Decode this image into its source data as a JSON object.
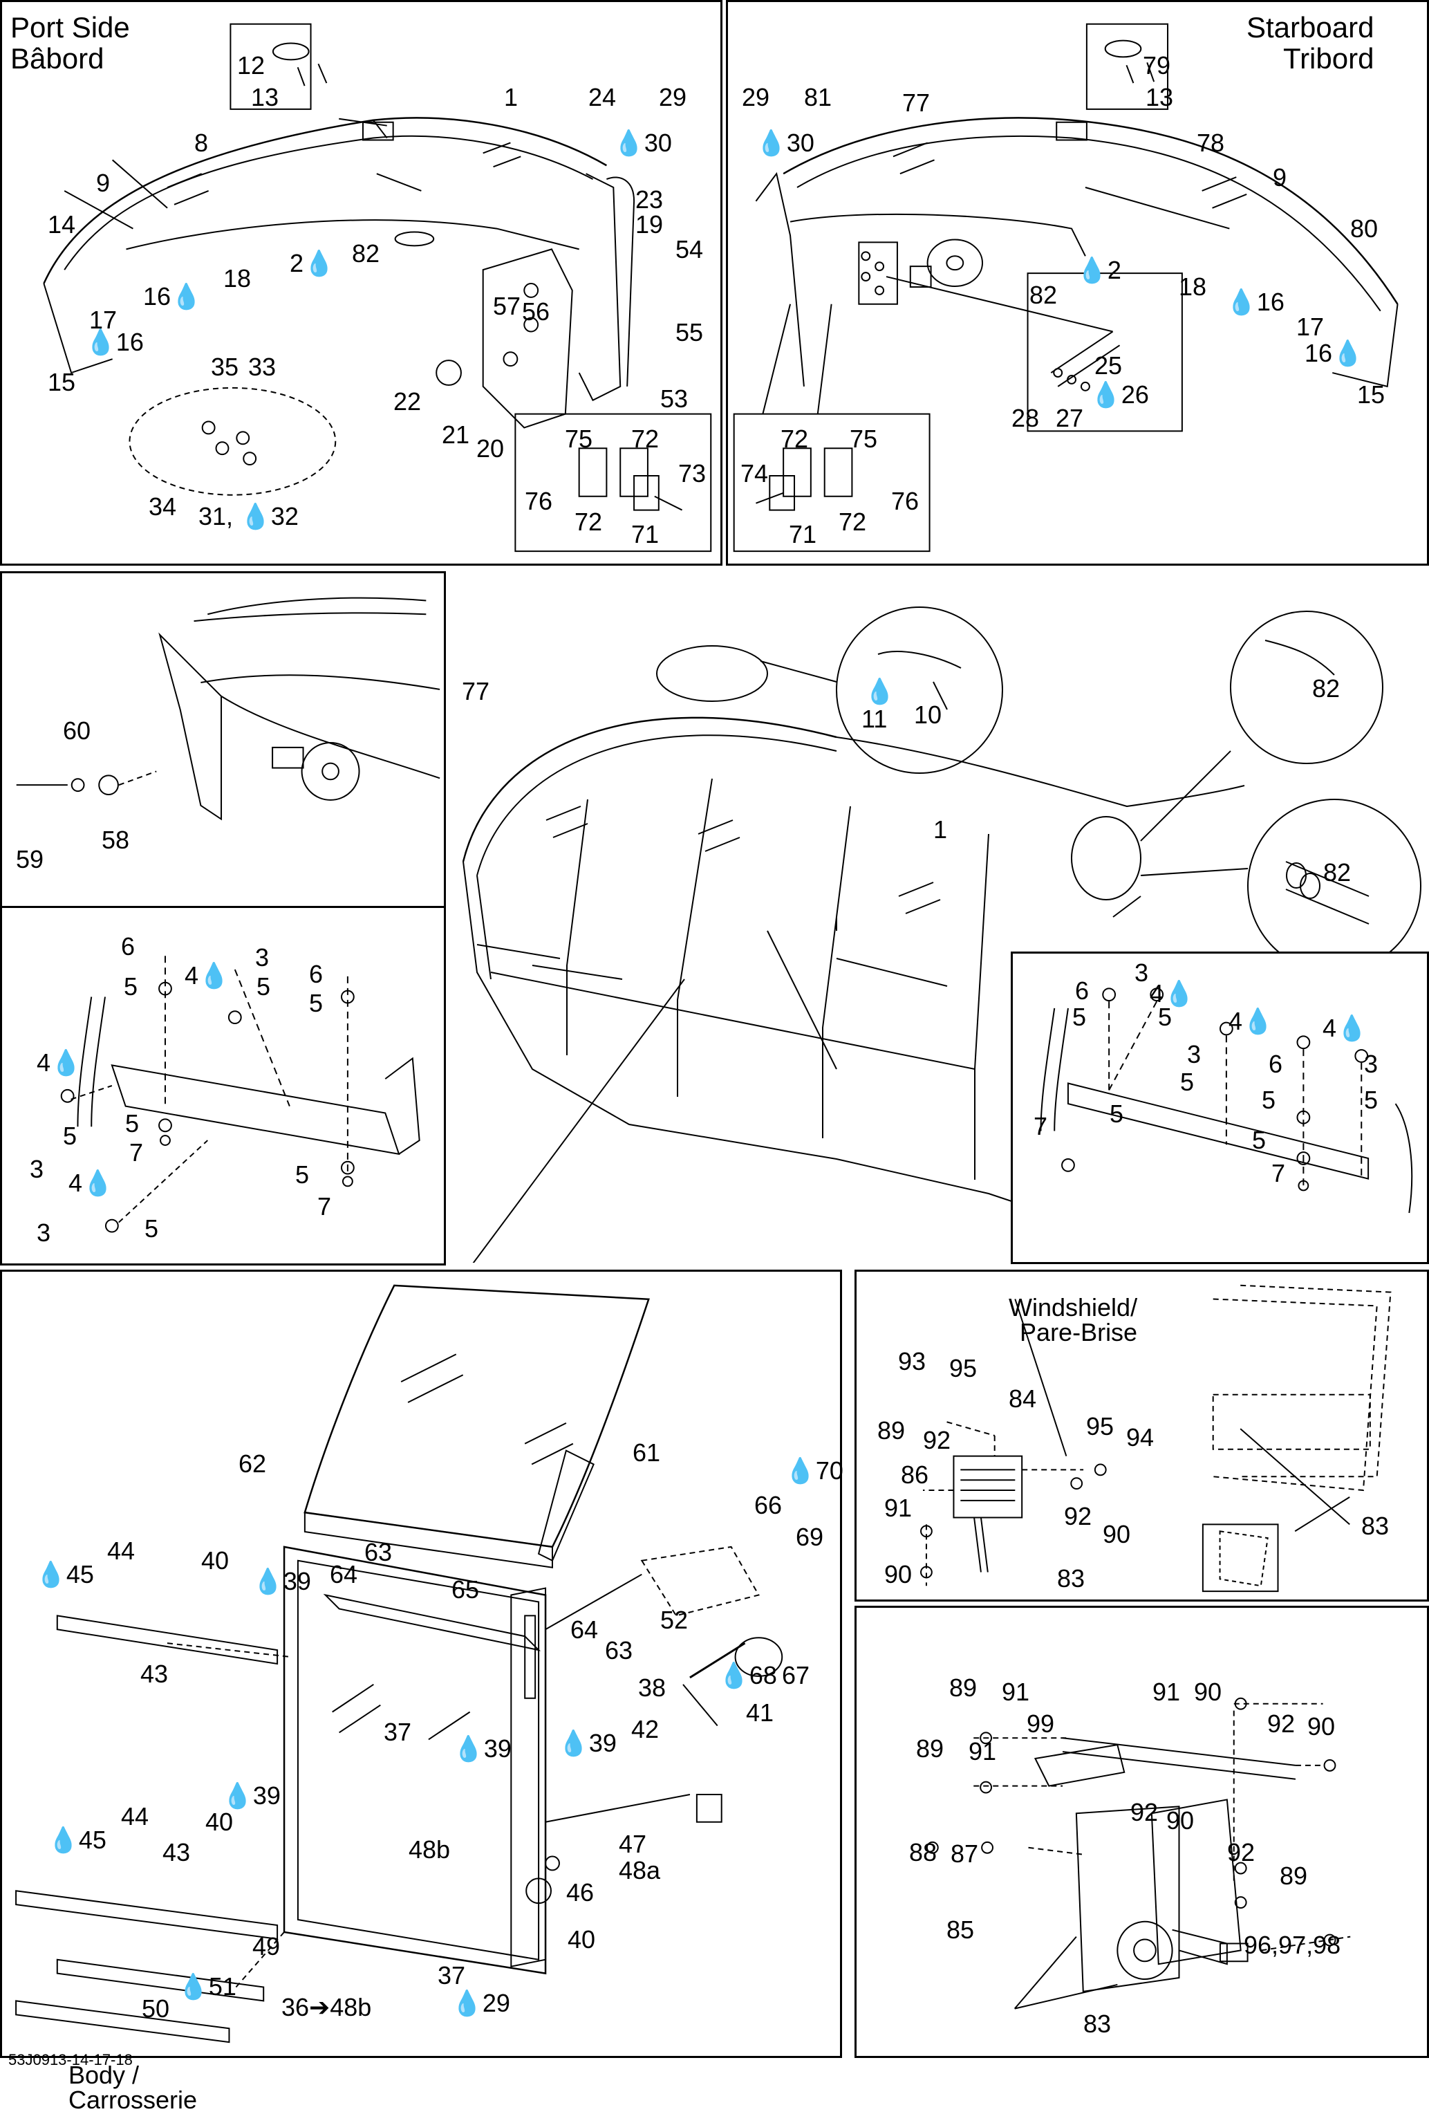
{
  "panels": {
    "port": {
      "title_line1": "Port Side",
      "title_line2": "Bâbord",
      "labels": [
        {
          "t": "12"
        },
        {
          "t": "13"
        },
        {
          "t": "1"
        },
        {
          "t": "24"
        },
        {
          "t": "29"
        },
        {
          "t": "8"
        },
        {
          "t": "💧30"
        },
        {
          "t": "9"
        },
        {
          "t": "23"
        },
        {
          "t": "19"
        },
        {
          "t": "14"
        },
        {
          "t": "54"
        },
        {
          "t": "2💧"
        },
        {
          "t": "82"
        },
        {
          "t": "16💧"
        },
        {
          "t": "18"
        },
        {
          "t": "17"
        },
        {
          "t": "💧16"
        },
        {
          "t": "57"
        },
        {
          "t": "56"
        },
        {
          "t": "55"
        },
        {
          "t": "15"
        },
        {
          "t": "35"
        },
        {
          "t": "33"
        },
        {
          "t": "22"
        },
        {
          "t": "21"
        },
        {
          "t": "20"
        },
        {
          "t": "53"
        },
        {
          "t": "34"
        },
        {
          "t": "31, 💧32"
        },
        {
          "t": "75"
        },
        {
          "t": "72"
        },
        {
          "t": "73"
        },
        {
          "t": "76"
        },
        {
          "t": "72"
        },
        {
          "t": "71"
        }
      ]
    },
    "starboard": {
      "title_line1": "Starboard",
      "title_line2": "Tribord",
      "labels": [
        {
          "t": "79"
        },
        {
          "t": "13"
        },
        {
          "t": "29"
        },
        {
          "t": "81"
        },
        {
          "t": "77"
        },
        {
          "t": "💧30"
        },
        {
          "t": "78"
        },
        {
          "t": "9"
        },
        {
          "t": "80"
        },
        {
          "t": "82"
        },
        {
          "t": "💧2"
        },
        {
          "t": "18"
        },
        {
          "t": "💧16"
        },
        {
          "t": "17"
        },
        {
          "t": "16💧"
        },
        {
          "t": "15"
        },
        {
          "t": "25"
        },
        {
          "t": "💧26"
        },
        {
          "t": "28"
        },
        {
          "t": "27"
        },
        {
          "t": "72"
        },
        {
          "t": "75"
        },
        {
          "t": "74"
        },
        {
          "t": "76"
        },
        {
          "t": "71"
        },
        {
          "t": "72"
        }
      ]
    },
    "middle_left": {
      "labels": [
        {
          "t": "60"
        },
        {
          "t": "59"
        },
        {
          "t": "58"
        }
      ]
    },
    "center": {
      "labels": [
        {
          "t": "77"
        },
        {
          "t": "1"
        },
        {
          "t": "💧"
        },
        {
          "t": "11"
        },
        {
          "t": "10"
        },
        {
          "t": "82"
        },
        {
          "t": "82"
        }
      ]
    },
    "bracket_left": {
      "labels": [
        {
          "t": "6"
        },
        {
          "t": "3"
        },
        {
          "t": "6"
        },
        {
          "t": "4💧"
        },
        {
          "t": "5"
        },
        {
          "t": "5"
        },
        {
          "t": "5"
        },
        {
          "t": "4💧"
        },
        {
          "t": "5"
        },
        {
          "t": "5"
        },
        {
          "t": "7"
        },
        {
          "t": "3"
        },
        {
          "t": "5"
        },
        {
          "t": "7"
        },
        {
          "t": "4💧"
        },
        {
          "t": "3"
        },
        {
          "t": "5"
        }
      ]
    },
    "bracket_right": {
      "labels": [
        {
          "t": "3"
        },
        {
          "t": "6"
        },
        {
          "t": "4💧"
        },
        {
          "t": "5"
        },
        {
          "t": "5"
        },
        {
          "t": "4💧"
        },
        {
          "t": "4💧"
        },
        {
          "t": "3"
        },
        {
          "t": "6"
        },
        {
          "t": "3"
        },
        {
          "t": "5"
        },
        {
          "t": "5"
        },
        {
          "t": "5"
        },
        {
          "t": "7"
        },
        {
          "t": "5"
        },
        {
          "t": "5"
        },
        {
          "t": "7"
        }
      ]
    },
    "lower_left": {
      "body_label_line1": "Body /",
      "body_label_line2": "Carrosserie",
      "labels": [
        {
          "t": "62"
        },
        {
          "t": "61"
        },
        {
          "t": "💧70"
        },
        {
          "t": "66"
        },
        {
          "t": "69"
        },
        {
          "t": "💧45"
        },
        {
          "t": "44"
        },
        {
          "t": "40"
        },
        {
          "t": "💧39"
        },
        {
          "t": "63"
        },
        {
          "t": "64"
        },
        {
          "t": "65"
        },
        {
          "t": "52"
        },
        {
          "t": "43"
        },
        {
          "t": "64"
        },
        {
          "t": "63"
        },
        {
          "t": "💧68"
        },
        {
          "t": "67"
        },
        {
          "t": "38"
        },
        {
          "t": "37"
        },
        {
          "t": "💧39"
        },
        {
          "t": "💧39"
        },
        {
          "t": "42"
        },
        {
          "t": "41"
        },
        {
          "t": "💧39"
        },
        {
          "t": "40"
        },
        {
          "t": "💧45"
        },
        {
          "t": "44"
        },
        {
          "t": "48b"
        },
        {
          "t": "47"
        },
        {
          "t": "43"
        },
        {
          "t": "48a"
        },
        {
          "t": "46"
        },
        {
          "t": "49"
        },
        {
          "t": "40"
        },
        {
          "t": "37"
        },
        {
          "t": "50"
        },
        {
          "t": "💧51"
        },
        {
          "t": "36➔48b"
        },
        {
          "t": "💧29"
        }
      ]
    },
    "wiper_top": {
      "windshield_line1": "Windshield/",
      "windshield_line2": "Pare-Brise",
      "labels": [
        {
          "t": "93"
        },
        {
          "t": "95"
        },
        {
          "t": "84"
        },
        {
          "t": "89"
        },
        {
          "t": "92"
        },
        {
          "t": "95"
        },
        {
          "t": "94"
        },
        {
          "t": "86"
        },
        {
          "t": "91"
        },
        {
          "t": "92"
        },
        {
          "t": "90"
        },
        {
          "t": "90"
        },
        {
          "t": "83"
        },
        {
          "t": "83"
        }
      ]
    },
    "wiper_bottom": {
      "labels": [
        {
          "t": "89"
        },
        {
          "t": "91"
        },
        {
          "t": "91"
        },
        {
          "t": "90"
        },
        {
          "t": "99"
        },
        {
          "t": "92"
        },
        {
          "t": "90"
        },
        {
          "t": "89"
        },
        {
          "t": "91"
        },
        {
          "t": "92"
        },
        {
          "t": "90"
        },
        {
          "t": "88"
        },
        {
          "t": "87"
        },
        {
          "t": "92"
        },
        {
          "t": "89"
        },
        {
          "t": "85"
        },
        {
          "t": "96,97,98"
        },
        {
          "t": "83"
        }
      ]
    }
  },
  "footer_code": "53J0913-14-17-18"
}
